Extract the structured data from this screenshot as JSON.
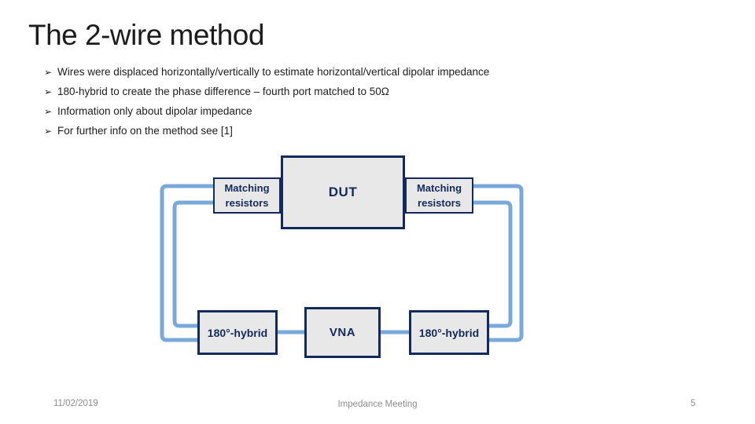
{
  "slide": {
    "title": "The 2-wire method",
    "bullet_glyph": "➢",
    "bullets": [
      "Wires were displaced horizontally/vertically to estimate horizontal/vertical dipolar impedance",
      "180-hybrid to create the phase difference – fourth port matched to 50Ω",
      "Information only about dipolar impedance",
      "For further info on the method see [1]"
    ],
    "diagram": {
      "dut_label": "DUT",
      "matching_left_label": "Matching resistors",
      "matching_right_label": "Matching resistors",
      "hybrid_left_label": "180°-hybrid",
      "vna_label": "VNA",
      "hybrid_right_label": "180°-hybrid"
    },
    "footer": {
      "date": "11/02/2019",
      "title": "Impedance Meeting",
      "page_number": "5"
    },
    "colors": {
      "navy": "#132b5c",
      "wire_blue": "#79a9da",
      "box_fill": "#e8e8e8",
      "footer_gray": "#8c8c8c",
      "text_black": "#1c1c1c"
    }
  }
}
